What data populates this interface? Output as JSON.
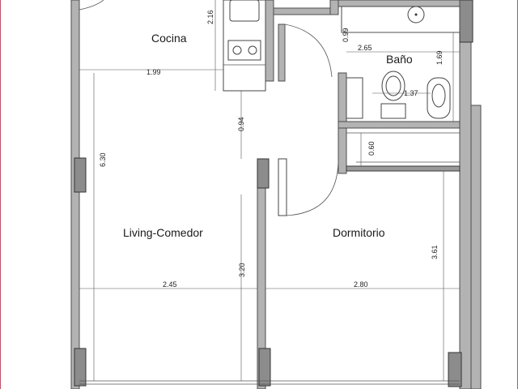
{
  "rooms": {
    "kitchen": "Cocina",
    "bathroom": "Baño",
    "living": "Living-Comedor",
    "bedroom": "Dormitorio"
  },
  "dimensions": {
    "kitchen_width": "1.99",
    "kitchen_depth": "2.16",
    "bath_width": "2.65",
    "bath_top": "0.99",
    "bath_side": "1.69",
    "bath_inner": "1.37",
    "hall_gap": "0.94",
    "closet_depth": "0.60",
    "total_height": "6.30",
    "living_height": "3.20",
    "living_width": "2.45",
    "bedroom_width": "2.80",
    "bedroom_height": "3.61"
  }
}
